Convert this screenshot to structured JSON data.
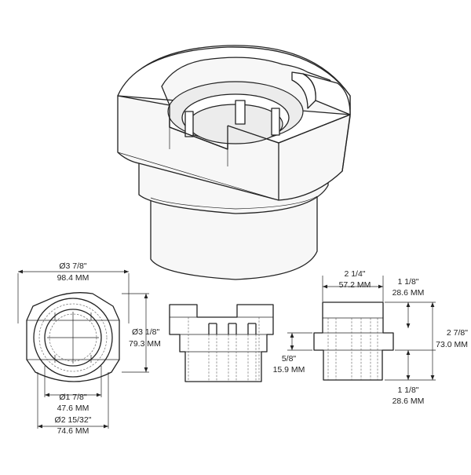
{
  "dimensions": {
    "outer_diameter": {
      "imperial": "Ø3 7/8\"",
      "metric": "98.4 MM"
    },
    "flat_width": {
      "imperial": "Ø3 1/8\"",
      "metric": "79.3 MM"
    },
    "inner_diameter": {
      "imperial": "Ø1 7/8\"",
      "metric": "47.6 MM"
    },
    "pilot_diameter": {
      "imperial": "Ø2 15/32\"",
      "metric": "74.6 MM"
    },
    "top_width": {
      "imperial": "2 1/4\"",
      "metric": "57.2 MM"
    },
    "top_height": {
      "imperial": "1 1/8\"",
      "metric": "28.6 MM"
    },
    "total_height": {
      "imperial": "2 7/8\"",
      "metric": "73.0 MM"
    },
    "flange_thickness": {
      "imperial": "5/8\"",
      "metric": "15.9 MM"
    },
    "bottom_height": {
      "imperial": "1 1/8\"",
      "metric": "28.6 MM"
    }
  }
}
